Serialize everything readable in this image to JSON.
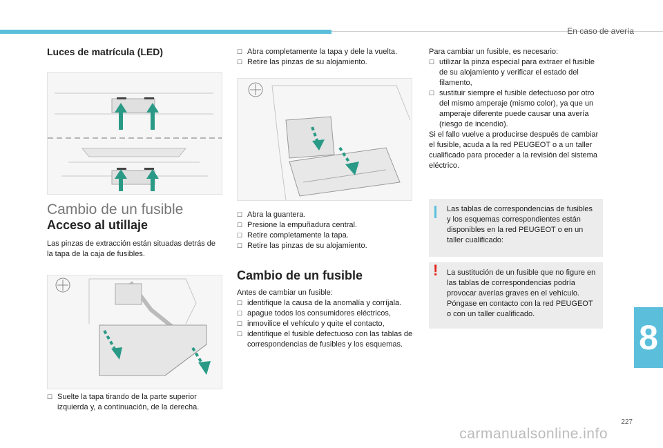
{
  "header": {
    "section": "En caso de avería"
  },
  "chapter_tab": "8",
  "page_number": "227",
  "watermark": "carmanualsonline.info",
  "col1": {
    "title_leds": "Luces de matrícula (LED)",
    "section_title": "Cambio de un fusible",
    "subsection_title": "Acceso al utillaje",
    "intro": "Las pinzas de extracción están situadas detrás de la tapa de la caja de fusibles.",
    "bullets_bottom": [
      "Suelte la tapa tirando de la parte superior izquierda y, a continuación, de la derecha."
    ]
  },
  "col2": {
    "bullets_top": [
      "Abra completamente la tapa y dele la vuelta.",
      "Retire las pinzas de su alojamiento."
    ],
    "bullets_mid": [
      "Abra la guantera.",
      "Presione la empuñadura central.",
      "Retire completamente la tapa.",
      "Retire las pinzas de su alojamiento."
    ],
    "subsection_title": "Cambio de un fusible",
    "before_text": "Antes de cambiar un fusible:",
    "bullets_before": [
      "identifique la causa de la anomalía y corríjala.",
      "apague todos los consumidores eléctricos,",
      "inmovilice el vehículo y quite el contacto,",
      "identifique el fusible defectuoso con las tablas de correspondencias de fusibles y los esquemas."
    ]
  },
  "col3": {
    "intro": "Para cambiar un fusible, es necesario:",
    "bullets": [
      "utilizar la pinza especial para extraer el fusible de su alojamiento y verificar el estado del filamento,",
      "sustituir siempre el fusible defectuoso por otro del mismo amperaje (mismo color), ya que un amperaje diferente puede causar una avería (riesgo de incendio)."
    ],
    "after": "Si el fallo vuelve a producirse después de cambiar el fusible, acuda a la red PEUGEOT o a un taller cualificado para proceder a la revisión del sistema eléctrico.",
    "info_note": "Las tablas de correspondencias de fusibles y los esquemas correspondientes están disponibles en la red PEUGEOT o en un taller cualificado:",
    "warning_note": "La sustitución de un fusible que no figure en las tablas de correspondencias podría provocar averías graves en el vehículo. Póngase en contacto con la red PEUGEOT o con un taller cualificado."
  },
  "colors": {
    "accent": "#5bbfdc",
    "arrow": "#2a9a86",
    "warning": "#e2241b",
    "info": "#5bbfdc"
  }
}
